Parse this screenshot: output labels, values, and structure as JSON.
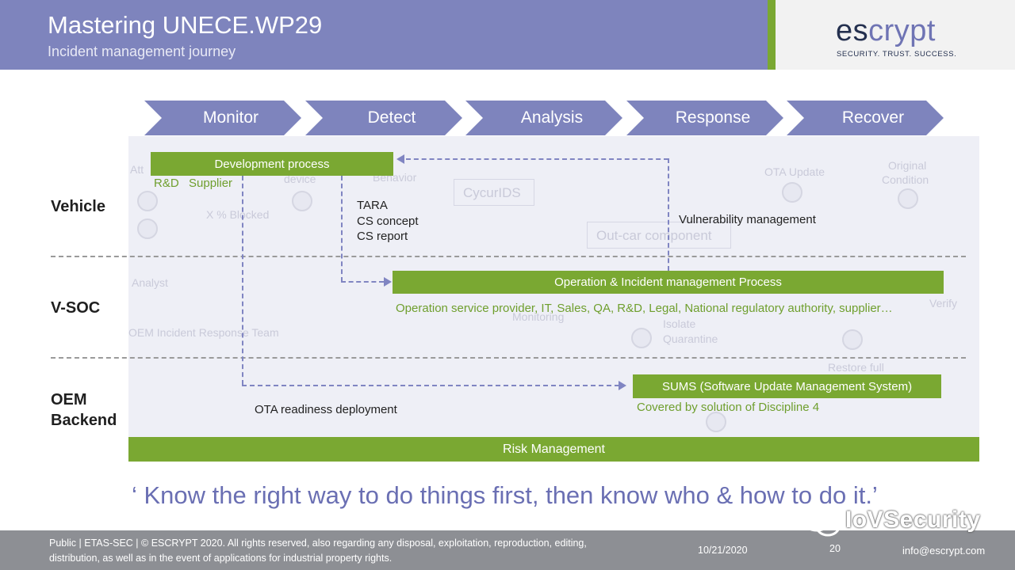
{
  "header": {
    "title": "Mastering UNECE.WP29",
    "subtitle": "Incident management journey",
    "logo_es": "es",
    "logo_crypt": "crypt",
    "tagline": "SECURITY. TRUST. SUCCESS."
  },
  "phases": [
    "Monitor",
    "Detect",
    "Analysis",
    "Response",
    "Recover"
  ],
  "lanes": {
    "vehicle": "Vehicle",
    "vsoc": "V-SOC",
    "oem_line1": "OEM",
    "oem_line2": "Backend"
  },
  "processes": {
    "development": "Development process",
    "rd": "R&D",
    "supplier": "Supplier",
    "tara": "TARA",
    "cs_concept": "CS concept",
    "cs_report": "CS report",
    "vuln": "Vulnerability management",
    "operation": "Operation & Incident management Process",
    "operation_members": "Operation service provider, IT, Sales, QA, R&D, Legal, National regulatory authority, supplier…",
    "sums": "SUMS (Software Update Management System)",
    "sums_note": "Covered by solution of Discipline 4",
    "ota_readiness": "OTA readiness deployment",
    "risk": "Risk Management"
  },
  "background_labels": {
    "att": "Att",
    "device": "device",
    "behavior": "Behavior",
    "blocked": "X % Blocked",
    "cycurids": "CycurIDS",
    "outcar": "Out-car component",
    "ota_update": "OTA Update",
    "original": "Original",
    "condition": "Condition",
    "analyst": "Analyst",
    "monitoring": "Monitoring",
    "isolate": "Isolate",
    "quarantine": "Quarantine",
    "verify": "Verify",
    "oem_irt": "OEM Incident Response Team",
    "restore": "Restore full"
  },
  "quote": "‘ Know the right way to do things first, then know who & how to do it.’",
  "footer": {
    "legal": "Public | ETAS-SEC | © ESCRYPT 2020. All rights reserved, also regarding any disposal, exploitation, reproduction, editing, distribution, as well as in the event of applications for industrial property rights.",
    "date": "10/21/2020",
    "page": "20",
    "email": "info@escrypt.com",
    "watermark": "IoVSecurity"
  },
  "colors": {
    "header": "#7e84bd",
    "green": "#7aa832",
    "panel": "#eeeff6",
    "quote": "#6a6fb3",
    "footer": "#8d8f94"
  }
}
